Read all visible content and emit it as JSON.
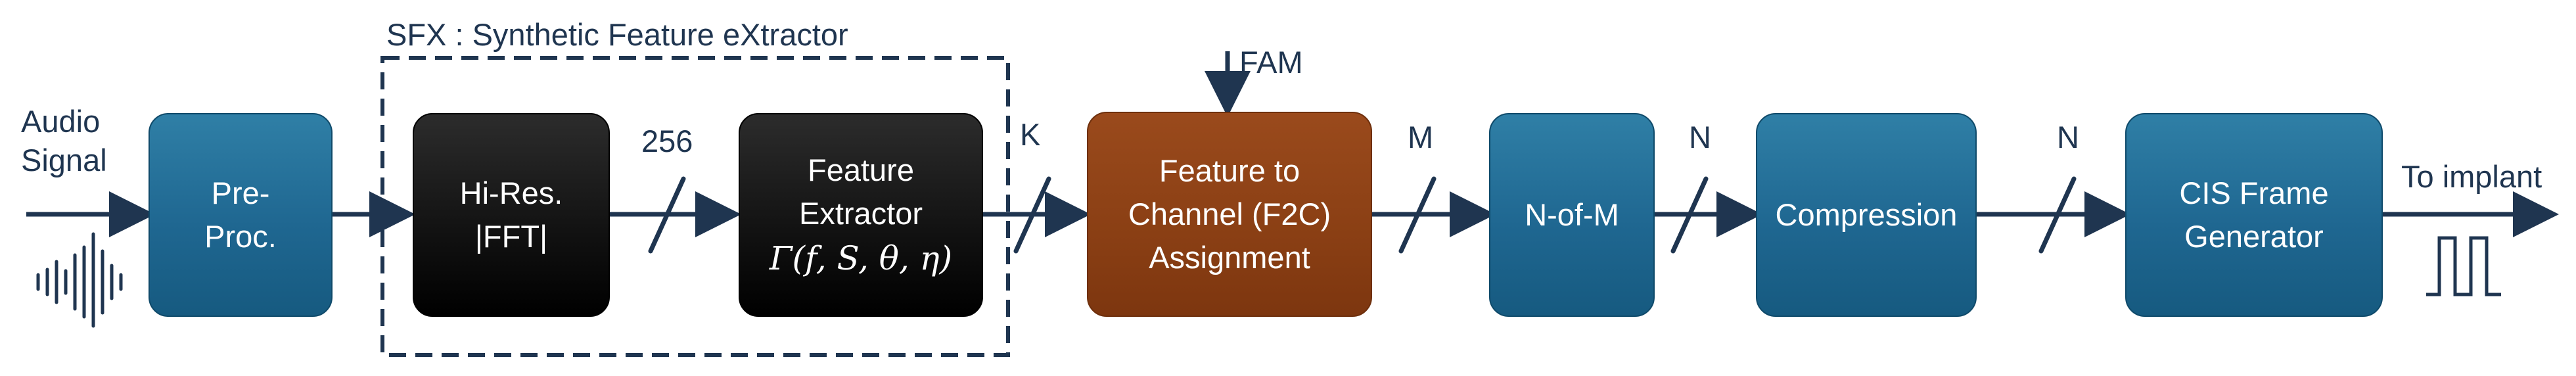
{
  "sfx_label": "SFX : Synthetic Feature eXtractor",
  "input": {
    "line1": "Audio",
    "line2": "Signal"
  },
  "output_label": "To implant",
  "fam_label": "FAM",
  "bus_labels": {
    "fft_to_extractor": "256",
    "extractor_to_f2c": "K",
    "f2c_to_nofm": "M",
    "nofm_to_compression": "N",
    "compression_to_cis": "N"
  },
  "blocks": {
    "preproc": {
      "line1": "Pre-",
      "line2": "Proc."
    },
    "fft": {
      "line1": "Hi-Res.",
      "line2": "|FFT|"
    },
    "extractor": {
      "line1": "Feature",
      "line2": "Extractor",
      "formula": "Γ(f, S, θ, η)"
    },
    "f2c": {
      "line1": "Feature to",
      "line2": "Channel (F2C)",
      "line3": "Assignment"
    },
    "nofm": {
      "label": "N-of-M"
    },
    "compression": {
      "label": "Compression"
    },
    "cis": {
      "line1": "CIS Frame",
      "line2": "Generator"
    }
  },
  "colors": {
    "blue_block": "#1f6791",
    "black_block": "#111111",
    "brown_block": "#8a3f14",
    "lines": "#1f3550"
  }
}
